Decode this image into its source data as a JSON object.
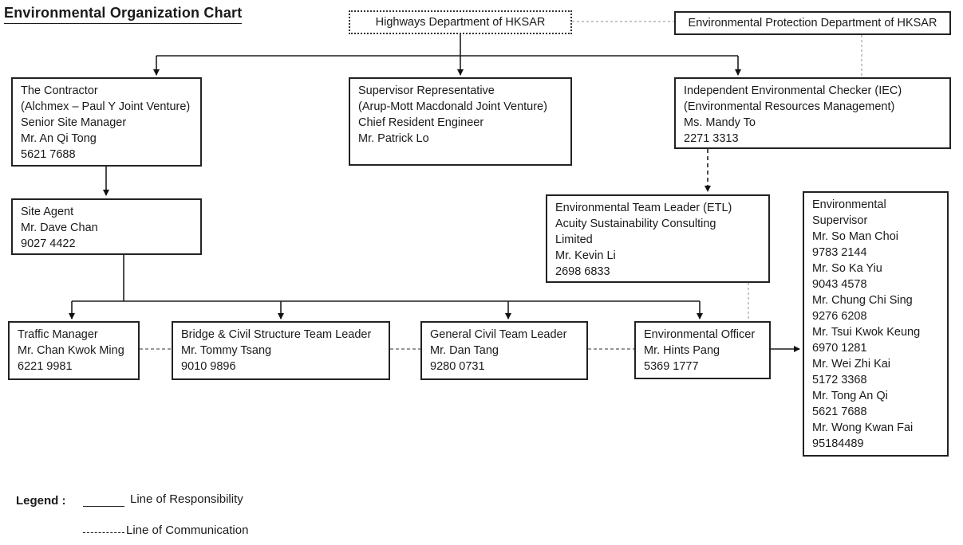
{
  "title": "Environmental Organization Chart",
  "colors": {
    "background": "#ffffff",
    "box_border": "#222222",
    "text": "#1a1a1a",
    "responsibility_line": "#1a1a1a",
    "communication_line_gray": "#b3b3b3",
    "communication_line_dark": "#777777"
  },
  "boxes": {
    "highways": {
      "text": "Highways Department of HKSAR"
    },
    "epd": {
      "text": "Environmental Protection Department of HKSAR"
    },
    "contractor": {
      "text": "The Contractor\n(Alchmex – Paul Y Joint Venture)\nSenior Site Manager\nMr. An Qi Tong\n5621 7688"
    },
    "supervisor_rep": {
      "text": "Supervisor Representative\n(Arup-Mott Macdonald Joint Venture)\nChief Resident Engineer\nMr. Patrick Lo"
    },
    "iec": {
      "text": "Independent Environmental Checker (IEC)\n(Environmental Resources Management)\nMs. Mandy To\n2271 3313"
    },
    "site_agent": {
      "text": "Site Agent\nMr. Dave Chan\n9027 4422"
    },
    "etl": {
      "text": "Environmental Team Leader (ETL)\nAcuity Sustainability Consulting\nLimited\nMr. Kevin Li\n2698 6833"
    },
    "env_supervisor": {
      "text": "Environmental\nSupervisor\nMr. So Man Choi\n9783 2144\nMr. So Ka Yiu\n9043 4578\nMr. Chung Chi Sing\n9276 6208\nMr. Tsui Kwok Keung\n6970 1281\nMr. Wei Zhi Kai\n5172 3368\nMr. Tong An Qi\n5621 7688\nMr. Wong Kwan Fai\n95184489"
    },
    "traffic_manager": {
      "text": "Traffic Manager\nMr. Chan Kwok Ming\n6221 9981"
    },
    "bridge_civil": {
      "text": "Bridge & Civil Structure Team Leader\nMr. Tommy Tsang\n9010 9896"
    },
    "general_civil": {
      "text": "General Civil Team Leader\nMr. Dan Tang\n9280 0731"
    },
    "env_officer": {
      "text": "Environmental Officer\nMr. Hints Pang\n5369 1777"
    }
  },
  "legend": {
    "label": "Legend :",
    "responsibility": "Line of Responsibility",
    "communication": "Line of Communication"
  }
}
